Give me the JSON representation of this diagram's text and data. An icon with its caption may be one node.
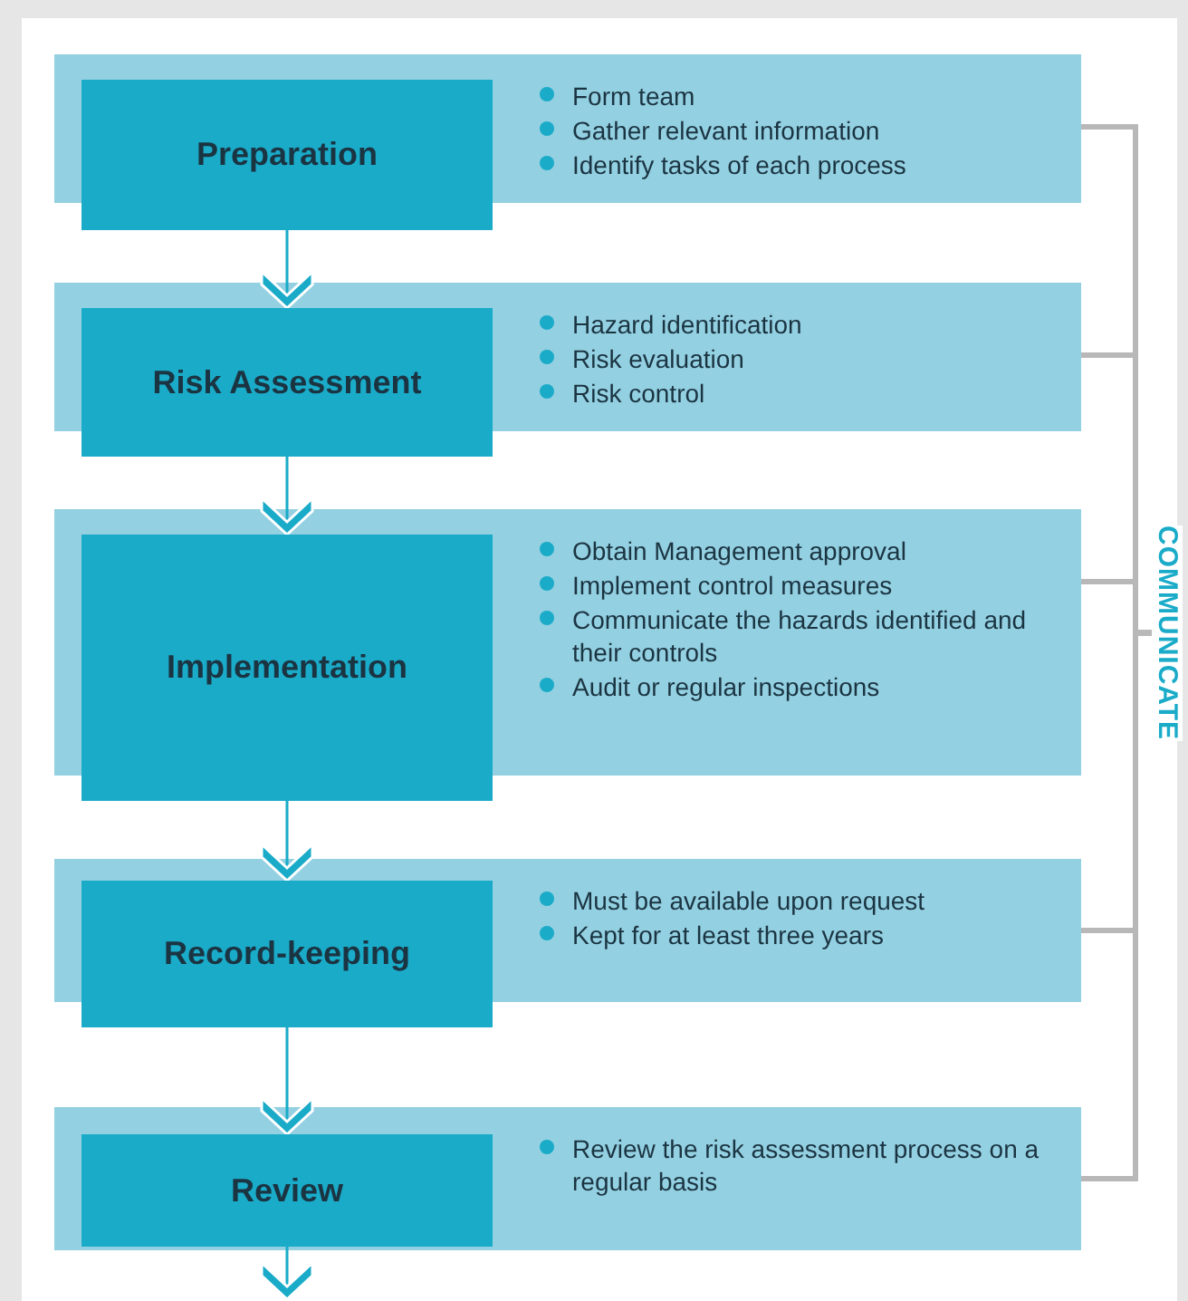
{
  "diagram": {
    "nodes": [
      {
        "text": [
          "Form team",
          "Gather relevant information",
          "Identify tasks of each process"
        ]
      },
      {
        "text": [
          "Preparation"
        ],
        "in": 0
      },
      {
        "text": [
          "Hazard identification",
          "Risk evaluation",
          "Risk control"
        ]
      },
      {
        "text": [
          "Risk Assessment"
        ],
        "in": 2
      },
      {
        "text": [
          "Obtain Management approval",
          "Implement control measures",
          "Communicate the hazards identified and their controls",
          "Audit or regular inspections"
        ]
      },
      {
        "text": [
          "Implementation"
        ],
        "in": 4
      },
      {
        "text": [
          "Must be available upon request",
          "Kept for at least three years"
        ]
      },
      {
        "text": [
          "Record-keeping"
        ],
        "in": 6
      },
      {
        "text": [
          "Review the risk assessment process on a regular basis"
        ]
      },
      {
        "text": [
          "Review"
        ],
        "in": 8
      },
      {
        "text": [
          "COMMUNICATE"
        ]
      }
    ],
    "edges": [
      {
        "from": 1,
        "to": 3,
        "arrow": "to"
      },
      {
        "from": 3,
        "to": 5,
        "arrow": "to"
      },
      {
        "from": 5,
        "to": 7,
        "arrow": "to"
      },
      {
        "from": 7,
        "to": 9,
        "arrow": "to"
      },
      {
        "from": 9,
        "to": null,
        "arrow": "to"
      },
      {
        "from": 0,
        "to": 10,
        "arrow": "none",
        "style": "thick",
        "color": "#b8b8b8"
      },
      {
        "from": 2,
        "to": 10,
        "arrow": "none",
        "style": "thick",
        "color": "#b8b8b8"
      },
      {
        "from": 4,
        "to": 10,
        "arrow": "none",
        "style": "thick",
        "color": "#b8b8b8"
      },
      {
        "from": 6,
        "to": 10,
        "arrow": "none",
        "style": "thick",
        "color": "#b8b8b8"
      },
      {
        "from": 8,
        "to": 10,
        "arrow": "none",
        "style": "thick",
        "color": "#b8b8b8"
      }
    ]
  }
}
